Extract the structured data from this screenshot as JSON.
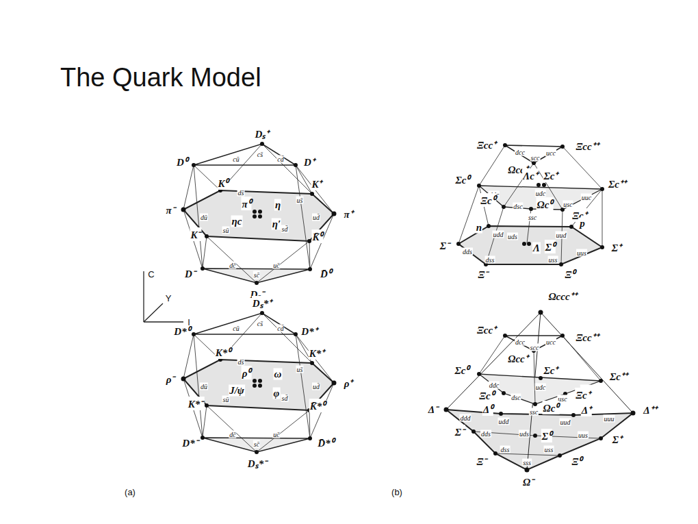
{
  "diagram": {
    "title": "The Quark Model",
    "labels": [
      "Dₛ⁺",
      "cs̄",
      "D⁰",
      "cū",
      "cd̄",
      "D⁺",
      "K⁰",
      "ds̄",
      "K⁺",
      "us̄",
      "π⁻",
      "dū",
      "π⁰",
      "η",
      "ηc",
      "η′",
      "sū",
      "sd̄",
      "ud̄",
      "π⁺",
      "K⁻",
      "K̄⁰",
      "D⁻",
      "dc̄",
      "uc̄",
      "D̄⁰",
      "sc̄",
      "Dₛ⁻",
      "Dₛ*⁺",
      "cs̄",
      "D*⁰",
      "cū",
      "cd̄",
      "D*⁺",
      "K*⁰",
      "ds̄",
      "K*⁺",
      "us̄",
      "ρ⁻",
      "dū",
      "ρ⁰",
      "ω",
      "J/ψ",
      "φ",
      "sū",
      "sd̄",
      "ud̄",
      "ρ⁺",
      "K*⁻",
      "K̄*⁰",
      "D*⁻",
      "dc̄",
      "uc̄",
      "D̄*⁰",
      "sc̄",
      "Dₛ*⁻",
      "C",
      "Y",
      "I",
      "(a)",
      "(b)",
      "Ξcc⁺",
      "Ξcc⁺⁺",
      "dcc",
      "ucc",
      "scc",
      "Ωcc⁺",
      "Σc⁰",
      "Λc⁺",
      "Σc⁺",
      "udc",
      "Σc⁺⁺",
      "ddc",
      "uuc",
      "Ξc⁰",
      "dsc",
      "Ωc⁰",
      "ssc",
      "usc",
      "Ξc⁺",
      "n",
      "udd",
      "uud",
      "p",
      "Σ⁻",
      "dds",
      "uds",
      "Λ",
      "Σ⁰",
      "uus",
      "Σ⁺",
      "dss",
      "uss",
      "Ξ⁻",
      "Ξ⁰",
      "Ωccc⁺⁺",
      "Ξcc⁺",
      "Ξcc⁺⁺",
      "dcc",
      "ucc",
      "scc",
      "Ωcc⁺",
      "Σc⁺",
      "Σc⁰",
      "Σc⁺⁺",
      "ddc",
      "udc",
      "uuc",
      "dsc",
      "usc",
      "Ξc⁰",
      "Ξc⁺",
      "ssc",
      "Δ⁻",
      "Δ⁰",
      "Ωc⁰",
      "Δ⁺",
      "Δ⁺⁺",
      "ddd",
      "udd",
      "uud",
      "uuu",
      "Σ⁻",
      "dds",
      "uds",
      "Σ⁰",
      "uus",
      "Σ⁺",
      "dss",
      "uss",
      "Ξ⁻",
      "Ξ⁰",
      "sss",
      "Ω⁻"
    ]
  }
}
